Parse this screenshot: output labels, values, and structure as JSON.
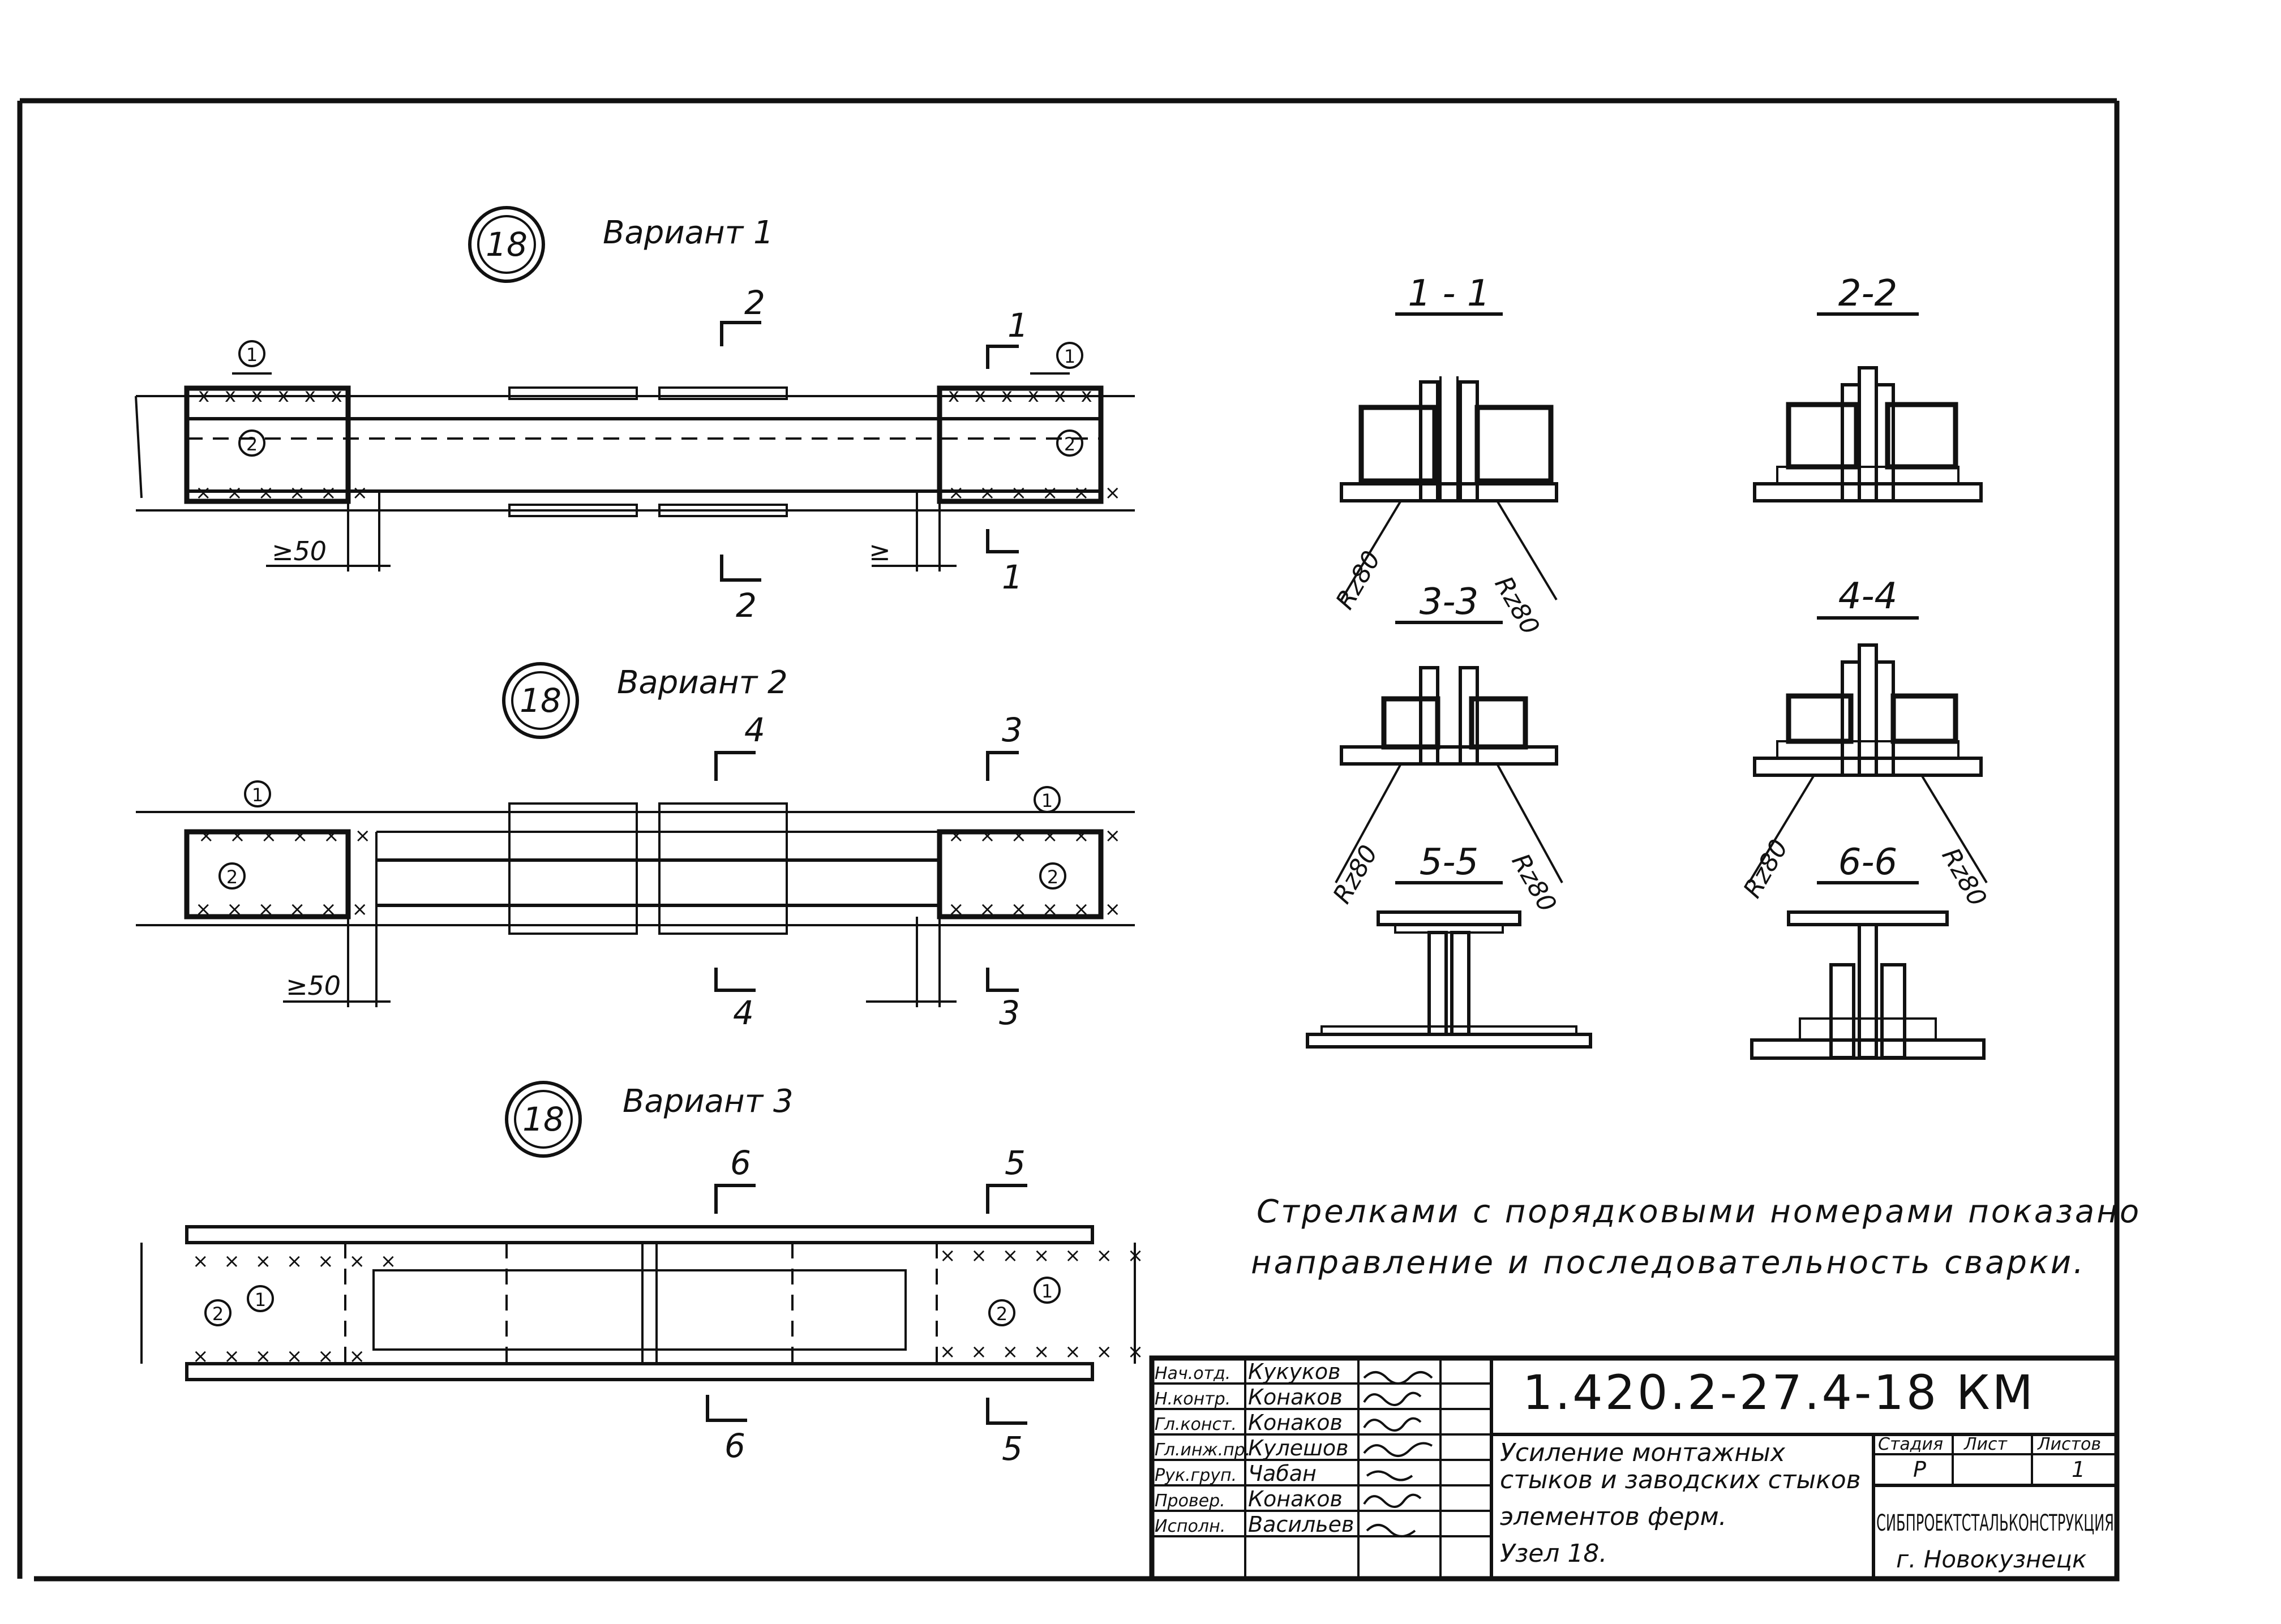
{
  "node_number": "18",
  "variants": [
    {
      "label": "Вариант 1",
      "cuts": {
        "left_top": "2",
        "left_bottom": "2",
        "right_top": "1",
        "right_bottom": "1"
      },
      "dim_min": "≥50",
      "dim_right": "≥"
    },
    {
      "label": "Вариант 2",
      "cuts": {
        "left_top": "4",
        "left_bottom": "4",
        "right_top": "3",
        "right_bottom": "3"
      },
      "dim_min": "≥50"
    },
    {
      "label": "Вариант 3",
      "cuts": {
        "left_top": "6",
        "left_bottom": "6",
        "right_top": "5",
        "right_bottom": "5"
      }
    }
  ],
  "weld_seq": [
    "1",
    "2"
  ],
  "sections": [
    {
      "label": "1 - 1",
      "roughness": "Rz80"
    },
    {
      "label": "2-2"
    },
    {
      "label": "3-3",
      "roughness": "Rz80"
    },
    {
      "label": "4-4",
      "roughness": "Rz80"
    },
    {
      "label": "5-5"
    },
    {
      "label": "6-6"
    }
  ],
  "note_lines": [
    "Стрелками с порядковыми номерами показано",
    "направление и последовательность сварки."
  ],
  "title_block": {
    "code": "1.420.2-27.4-18 КМ",
    "description": [
      "Усиление монтажных",
      "стыков и заводских стыков",
      "элементов ферм.",
      "Узел 18."
    ],
    "stage_header": "Стадия",
    "sheet_header": "Лист",
    "sheets_header": "Листов",
    "stage": "Р",
    "sheets": "1",
    "org": "СИБПРОЕКТСТАЛЬКОНСТРУКЦИЯ",
    "city": "г. Новокузнецк",
    "signatures": [
      {
        "role": "Нач.отд.",
        "name": "Кукуков"
      },
      {
        "role": "Н.контр.",
        "name": "Конаков"
      },
      {
        "role": "Гл.конст.",
        "name": "Конаков"
      },
      {
        "role": "Гл.инж.пр.",
        "name": "Кулешов"
      },
      {
        "role": "Рук.груп.",
        "name": "Чабан"
      },
      {
        "role": "Провер.",
        "name": "Конаков"
      },
      {
        "role": "Исполн.",
        "name": "Васильев"
      }
    ]
  }
}
